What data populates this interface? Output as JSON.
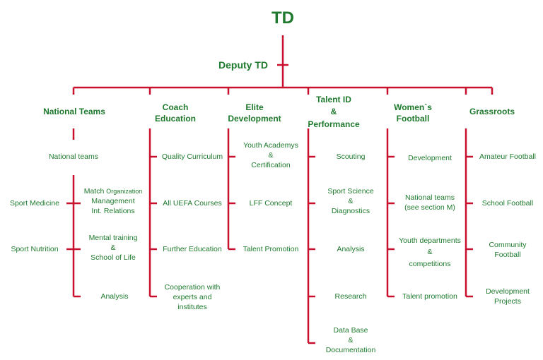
{
  "top": "TD",
  "deputy": "Deputy TD",
  "columns": [
    {
      "header": [
        "National Teams"
      ],
      "items": [
        [
          "National teams"
        ],
        [
          "Match Organization",
          "Management",
          "Int. Relations"
        ],
        [
          "Mental training",
          "&",
          "School of Life"
        ],
        [
          "Analysis"
        ]
      ],
      "side_items": [
        [
          "Sport Medicine"
        ],
        [
          "Sport Nutrition"
        ]
      ]
    },
    {
      "header": [
        "Coach",
        "Education"
      ],
      "items": [
        [
          "Quality Curriculum"
        ],
        [
          "All UEFA Courses"
        ],
        [
          "Further Education"
        ],
        [
          "Cooperation with",
          "experts and",
          "institutes"
        ]
      ]
    },
    {
      "header": [
        "Elite",
        "Development"
      ],
      "items": [
        [
          "Youth Academys",
          "&",
          "Certification"
        ],
        [
          "LFF Concept"
        ],
        [
          "Talent Promotion"
        ]
      ]
    },
    {
      "header": [
        "Talent ID",
        "&",
        "Performance"
      ],
      "items": [
        [
          "Scouting"
        ],
        [
          "Sport Science",
          "&",
          "Diagnostics"
        ],
        [
          "Analysis"
        ],
        [
          "Research"
        ],
        [
          "Data Base",
          "&",
          "Documentation"
        ]
      ]
    },
    {
      "header": [
        "Women`s",
        "Football"
      ],
      "items": [
        [
          "Development"
        ],
        [
          "National teams",
          "(see section M)"
        ],
        [
          "Youth departments",
          "&",
          "competitions"
        ],
        [
          "Talent promotion"
        ]
      ]
    },
    {
      "header": [
        "Grassroots"
      ],
      "items": [
        [
          "Amateur Football"
        ],
        [
          "School Football"
        ],
        [
          "Community",
          "Football"
        ],
        [
          "Development",
          "Projects"
        ]
      ]
    }
  ],
  "colors": {
    "line": "#c8102e",
    "text": "#1f7a2e"
  }
}
